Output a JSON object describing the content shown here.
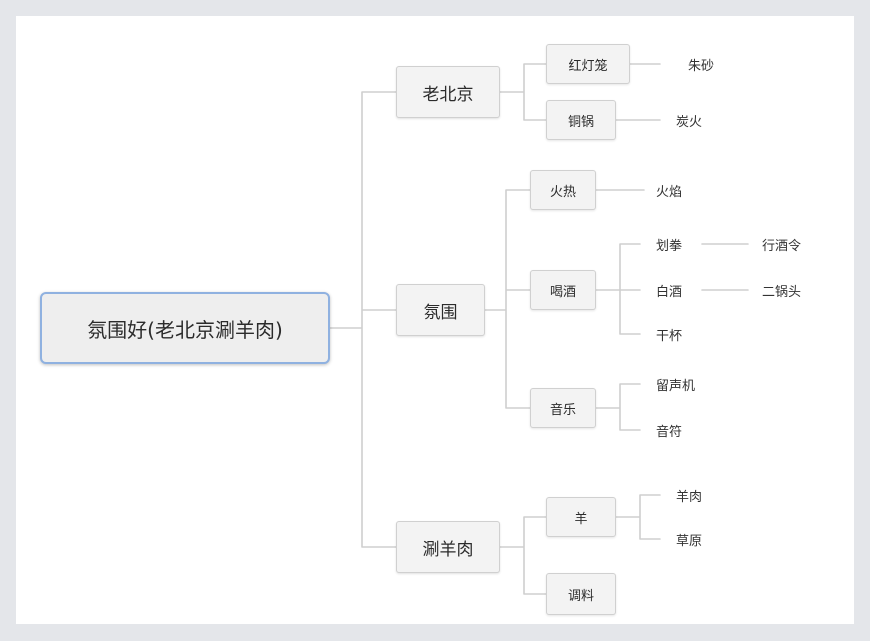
{
  "root": {
    "label": "氛围好(老北京涮羊肉)"
  },
  "branches": [
    {
      "label": "老北京",
      "children": [
        {
          "label": "红灯笼",
          "children": [
            {
              "label": "朱砂"
            }
          ]
        },
        {
          "label": "铜锅",
          "children": [
            {
              "label": "炭火"
            }
          ]
        }
      ]
    },
    {
      "label": "氛围",
      "children": [
        {
          "label": "火热",
          "children": [
            {
              "label": "火焰"
            }
          ]
        },
        {
          "label": "喝酒",
          "children": [
            {
              "label": "划拳",
              "children": [
                {
                  "label": "行酒令"
                }
              ]
            },
            {
              "label": "白酒",
              "children": [
                {
                  "label": "二锅头"
                }
              ]
            },
            {
              "label": "干杯"
            }
          ]
        },
        {
          "label": "音乐",
          "children": [
            {
              "label": "留声机"
            },
            {
              "label": "音符"
            }
          ]
        }
      ]
    },
    {
      "label": "涮羊肉",
      "children": [
        {
          "label": "羊",
          "children": [
            {
              "label": "羊肉"
            },
            {
              "label": "草原"
            }
          ]
        },
        {
          "label": "调料"
        }
      ]
    }
  ],
  "colors": {
    "line": "#cfcfcf",
    "root_border": "#8fb1e0",
    "background": "#e4e6ea"
  }
}
